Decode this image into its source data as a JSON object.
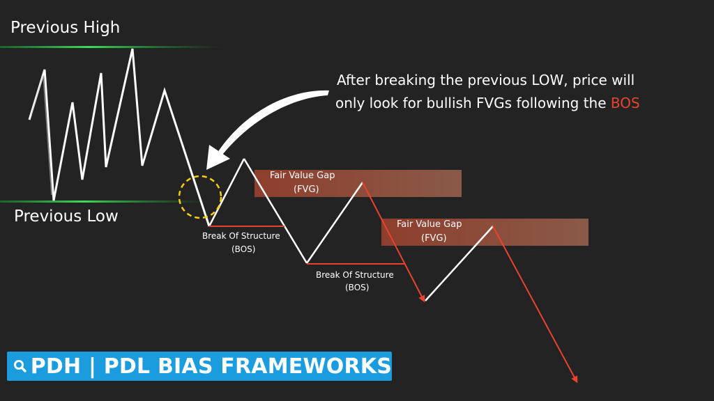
{
  "labels": {
    "previous_high": "Previous High",
    "previous_low": "Previous Low",
    "note_line1": "After breaking the previous LOW, price will",
    "note_line2_prefix": "only look for bullish FVGs following the ",
    "note_line2_highlight": "BOS",
    "fvg1_title": "Fair Value Gap",
    "fvg1_abbr": "(FVG)",
    "fvg2_title": "Fair Value Gap",
    "fvg2_abbr": "(FVG)",
    "bos1_title": "Break Of Structure",
    "bos1_abbr": "(BOS)",
    "bos2_title": "Break Of Structure",
    "bos2_abbr": "(BOS)"
  },
  "banner": {
    "icon": "search-icon",
    "text": "PDH | PDL BIAS FRAMEWORKS"
  },
  "colors": {
    "background": "#232323",
    "high_line": "#3ddc5a",
    "low_line": "#3ddc5a",
    "price_up": "#ffffff",
    "price_down": "#e8432f",
    "bos_line": "#e8432f",
    "highlight_text": "#e8432f",
    "fvg_box": "#8a4536",
    "circle": "#f5d10a",
    "banner": "#1a9cdf"
  }
}
